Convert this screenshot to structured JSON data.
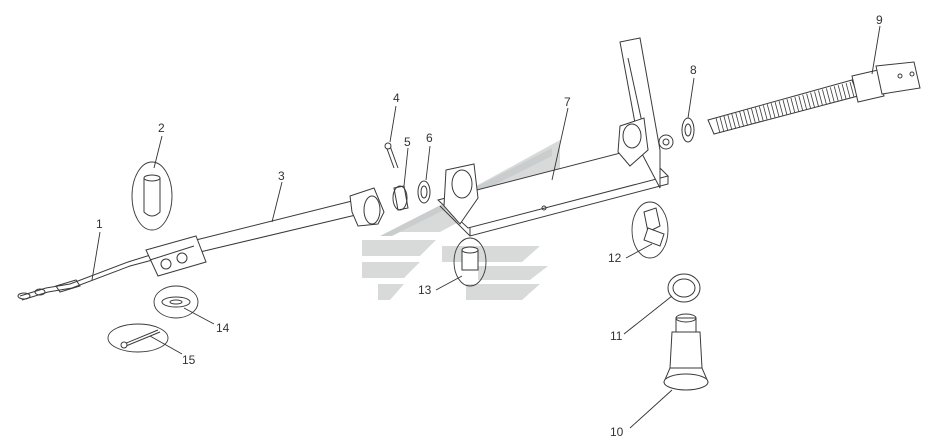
{
  "callouts": [
    {
      "id": "1",
      "text": "1"
    },
    {
      "id": "2",
      "text": "2"
    },
    {
      "id": "3",
      "text": "3"
    },
    {
      "id": "4",
      "text": "4"
    },
    {
      "id": "5",
      "text": "5"
    },
    {
      "id": "6",
      "text": "6"
    },
    {
      "id": "7",
      "text": "7"
    },
    {
      "id": "8",
      "text": "8"
    },
    {
      "id": "9",
      "text": "9"
    },
    {
      "id": "10",
      "text": "10"
    },
    {
      "id": "11",
      "text": "11"
    },
    {
      "id": "12",
      "text": "12"
    },
    {
      "id": "13",
      "text": "13"
    },
    {
      "id": "14",
      "text": "14"
    },
    {
      "id": "15",
      "text": "15"
    }
  ],
  "colors": {
    "line": "#3a3a3a",
    "watermark": "#b9bdbd",
    "background": "#ffffff"
  },
  "watermark": {
    "icon": "logo-watermark"
  }
}
